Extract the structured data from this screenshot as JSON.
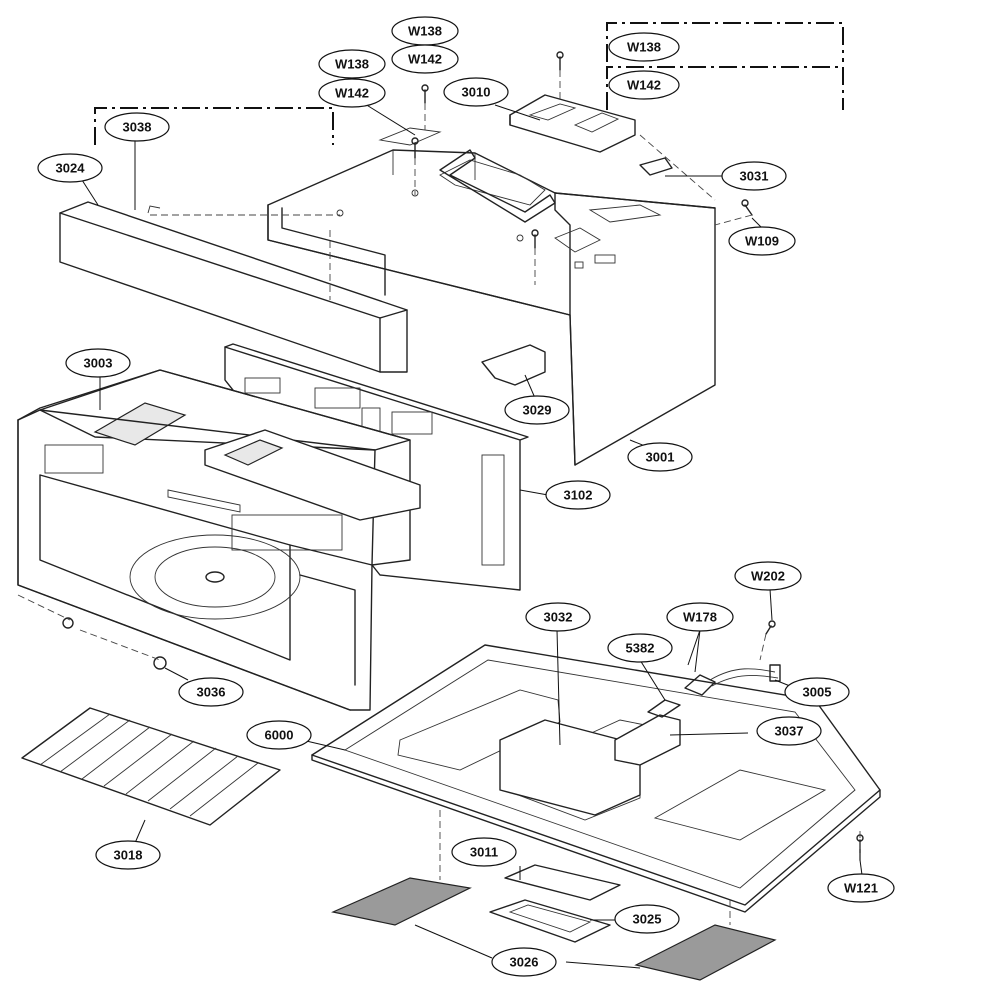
{
  "labels": {
    "p3001": "3001",
    "p3003": "3003",
    "p3005": "3005",
    "p3010": "3010",
    "p3011": "3011",
    "p3018": "3018",
    "p3024": "3024",
    "p3025": "3025",
    "p3026": "3026",
    "p3029": "3029",
    "p3031": "3031",
    "p3032": "3032",
    "p3036": "3036",
    "p3037": "3037",
    "p3038": "3038",
    "p3102": "3102",
    "p5382": "5382",
    "p6000": "6000",
    "w138": "W138",
    "w142": "W142",
    "w109": "W109",
    "w121": "W121",
    "w178": "W178",
    "w202": "W202"
  }
}
